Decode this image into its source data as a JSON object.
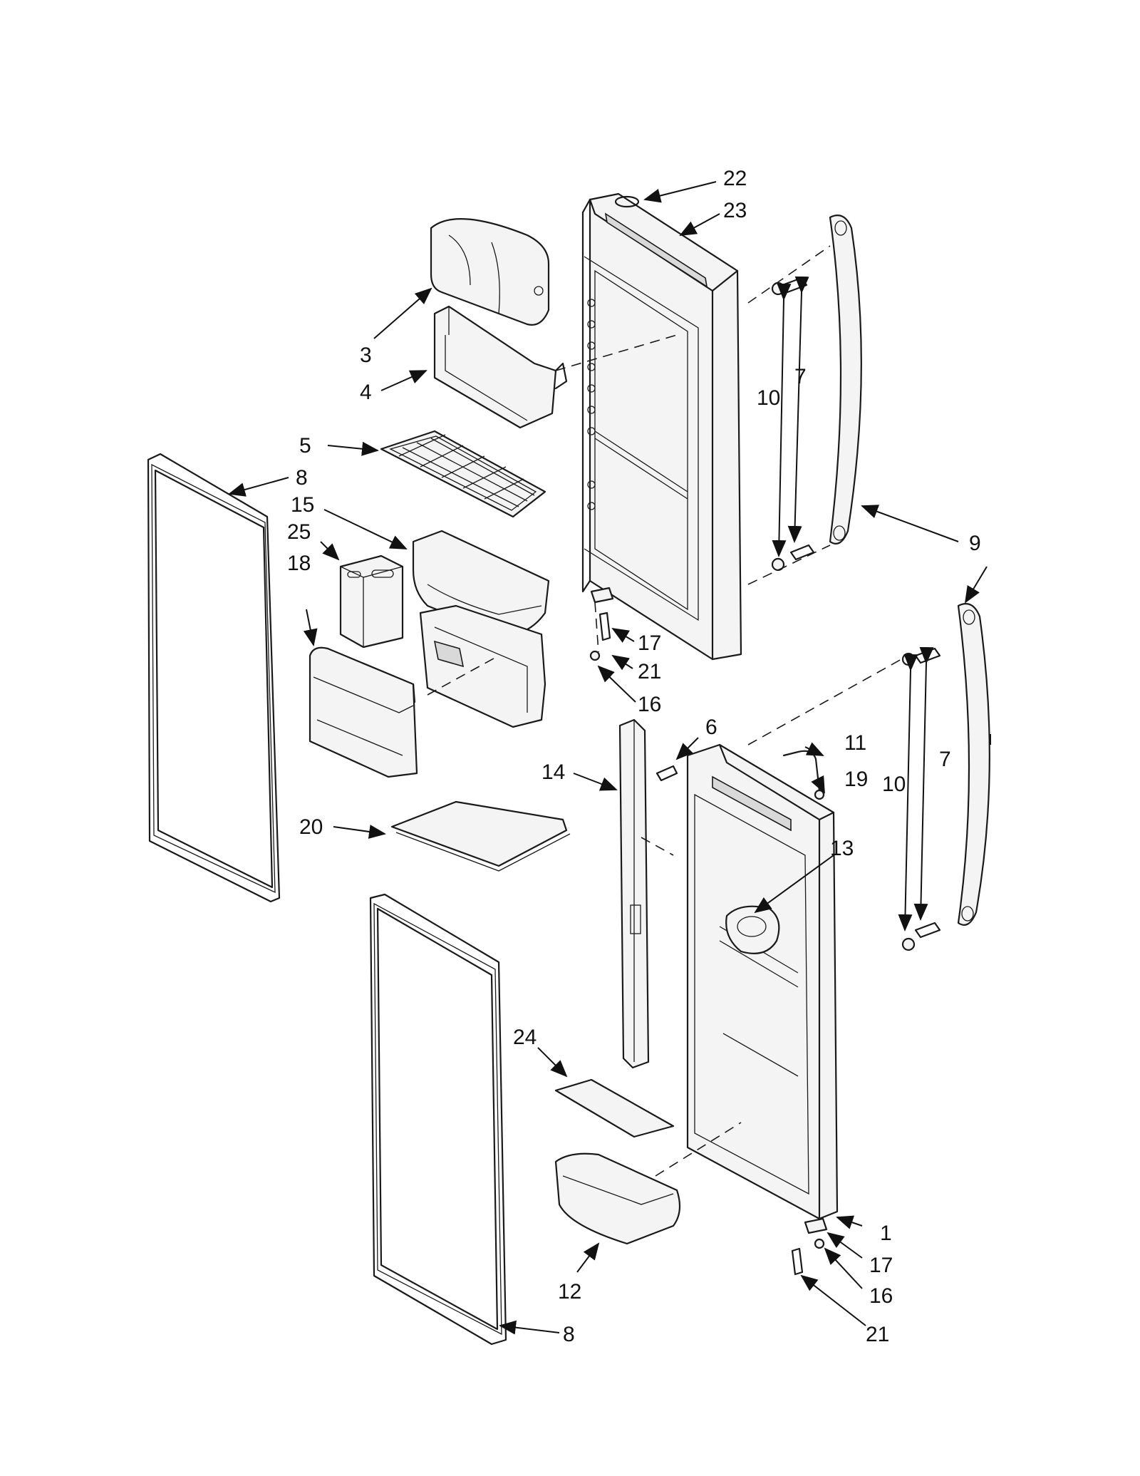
{
  "callouts": [
    {
      "id": "c22a",
      "label": "22"
    },
    {
      "id": "c23a",
      "label": "23"
    },
    {
      "id": "c3",
      "label": "3"
    },
    {
      "id": "c4",
      "label": "4"
    },
    {
      "id": "c7a",
      "label": "7"
    },
    {
      "id": "c10a",
      "label": "10"
    },
    {
      "id": "c5",
      "label": "5"
    },
    {
      "id": "c8a",
      "label": "8"
    },
    {
      "id": "c15",
      "label": "15"
    },
    {
      "id": "c25",
      "label": "25"
    },
    {
      "id": "c18",
      "label": "18"
    },
    {
      "id": "c9",
      "label": "9"
    },
    {
      "id": "c17a",
      "label": "17"
    },
    {
      "id": "c21a",
      "label": "21"
    },
    {
      "id": "c16a",
      "label": "16"
    },
    {
      "id": "c6",
      "label": "6"
    },
    {
      "id": "c11",
      "label": "11"
    },
    {
      "id": "c14",
      "label": "14"
    },
    {
      "id": "c19",
      "label": "19"
    },
    {
      "id": "c10b",
      "label": "10"
    },
    {
      "id": "c7b",
      "label": "7"
    },
    {
      "id": "c20",
      "label": "20"
    },
    {
      "id": "c13",
      "label": "13"
    },
    {
      "id": "c24",
      "label": "24"
    },
    {
      "id": "c1",
      "label": "1"
    },
    {
      "id": "c17b",
      "label": "17"
    },
    {
      "id": "c16b",
      "label": "16"
    },
    {
      "id": "c12",
      "label": "12"
    },
    {
      "id": "c8b",
      "label": "8"
    },
    {
      "id": "c21b",
      "label": "21"
    }
  ]
}
